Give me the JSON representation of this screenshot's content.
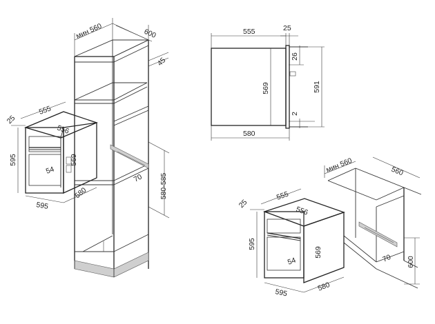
{
  "labels": {
    "cabinet_width_min": "мин 560",
    "cabinet_depth": "600",
    "cabinet_top_gap": "45",
    "oven_depth_top": "555",
    "oven_front_thickness": "25",
    "oven_inner_width": "556",
    "oven_height": "595",
    "oven_body_height": "569",
    "handle_offset": "54",
    "oven_body_depth": "580",
    "oven_width": "595",
    "vent_depth": "70",
    "niche_height": "580-585",
    "side_depth": "555",
    "side_front": "25",
    "side_top_offset": "26",
    "side_body_height": "569",
    "side_total_height": "591",
    "side_bottom_gap": "2",
    "side_bottom_depth": "580",
    "undercounter_width_min": "мин 560",
    "undercounter_depth": "560",
    "uc_oven_depth": "555",
    "uc_front": "25",
    "uc_inner_width": "556",
    "uc_oven_height": "595",
    "uc_body_height": "569",
    "uc_handle_offset": "54",
    "uc_vent": "70",
    "uc_niche_height": "600",
    "uc_oven_width": "595",
    "uc_oven_depth_bottom": "580"
  }
}
